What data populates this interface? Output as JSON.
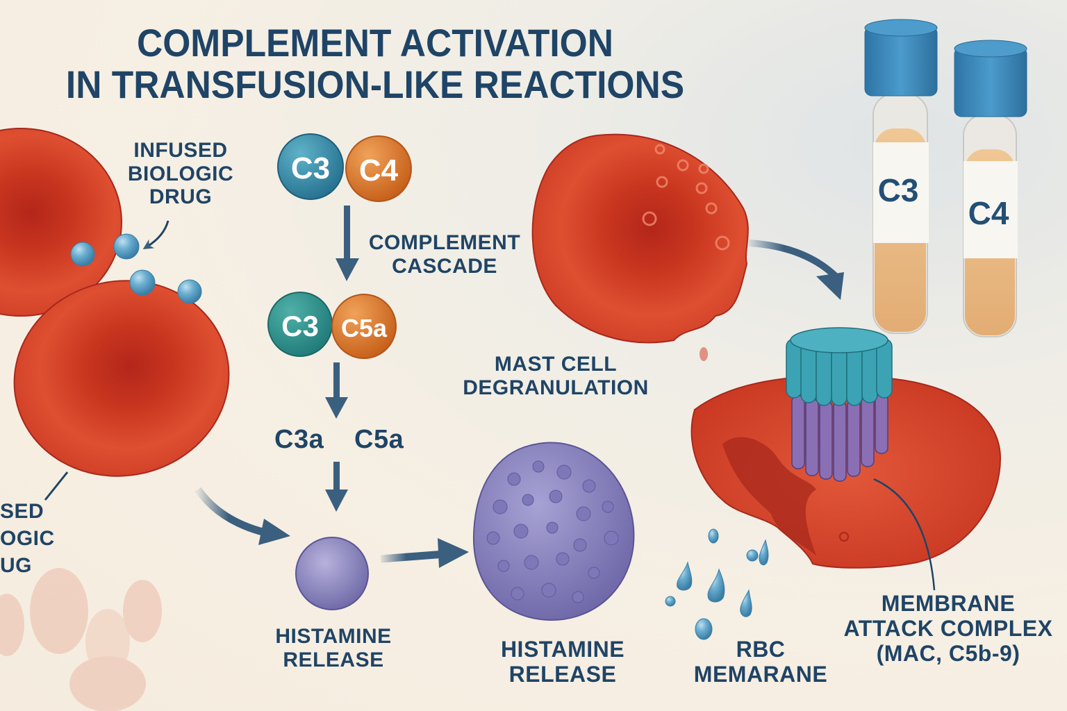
{
  "title": {
    "line1": "COMPLEMENT ACTIVATION",
    "line2": "IN TRANSFUSION-LIKE REACTIONS"
  },
  "labels": {
    "infused_drug_top": [
      "INFUSED",
      "BIOLOGIC",
      "DRUG"
    ],
    "infused_drug_left_partial": [
      "SED",
      "OGIC",
      "UG"
    ],
    "complement_cascade": [
      "COMPLEMENT",
      "CASCADE"
    ],
    "mast_cell": [
      "MAST CELL",
      "DEGRANULATION"
    ],
    "histamine_release_small": [
      "HISTAMINE",
      "RELEASE"
    ],
    "histamine_release_large": [
      "HISTAMINE",
      "RELEASE"
    ],
    "rbc_membrane": [
      "RBC",
      "MEMARANE"
    ],
    "mac": [
      "MEMBRANE",
      "ATTACK COMPLEX",
      "(MAC, C5b-9)"
    ]
  },
  "cascade": {
    "step1": [
      {
        "label": "C3",
        "color": "#2f7e9c"
      },
      {
        "label": "C4",
        "color": "#d2701f"
      }
    ],
    "step2": [
      {
        "label": "C3",
        "color": "#2a8a86"
      },
      {
        "label": "C5a",
        "color": "#d2701f"
      }
    ],
    "step3": [
      "C3a",
      "C5a"
    ]
  },
  "tubes": [
    {
      "label": "C3",
      "cap_color": "#3a86b8"
    },
    {
      "label": "C4",
      "cap_color": "#3a86b8"
    }
  ],
  "colors": {
    "text": "#1f4466",
    "rbc": "#d5402a",
    "rbc_dark": "#a8281c",
    "drug_particle": "#5aa0c4",
    "mast_cell": "#8a86c0",
    "mac_top": "#3ba3b4",
    "mac_bottom": "#8a6fb5",
    "arrow": "#3b5f7e",
    "serum": "#e8b680"
  }
}
